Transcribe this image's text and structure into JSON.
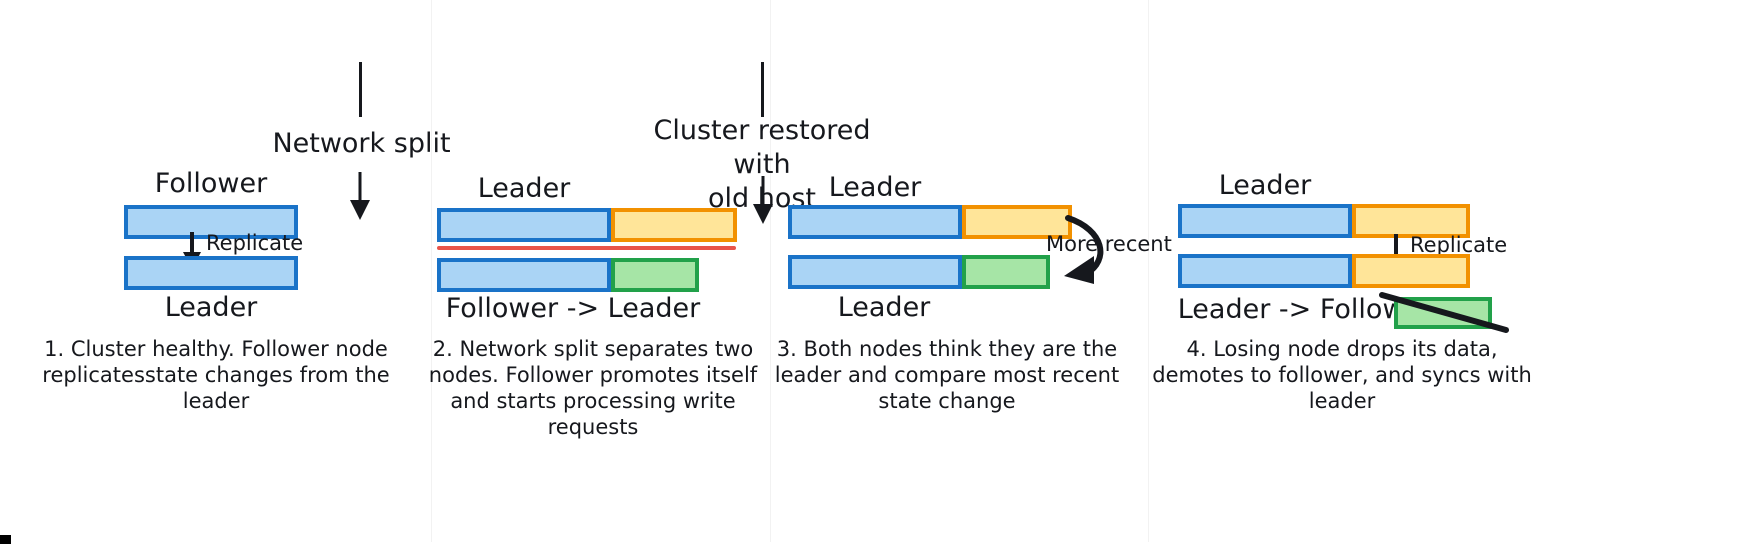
{
  "diagram": {
    "title_hidden": "",
    "colors": {
      "blue_fill": "#aad4f5",
      "blue_border": "#1a73c8",
      "orange_fill": "#ffe599",
      "orange_border": "#f29100",
      "green_fill": "#a6e5a6",
      "green_border": "#22a14a",
      "red_split": "#e8544a",
      "arrow": "#16181d",
      "background": "#ffffff"
    }
  },
  "transitions": [
    {
      "id": "network-split",
      "label": "Network split"
    },
    {
      "id": "cluster-restored",
      "label": "Cluster restored with\nold host"
    }
  ],
  "panels": [
    {
      "id": "panel-1",
      "top_label": "Follower",
      "bottom_label": "Leader",
      "arrow_label": "Replicate",
      "caption": "1. Cluster healthy. Follower node replicatesstate changes from the leader",
      "top_bar": [
        {
          "color": "blue",
          "width": 174
        }
      ],
      "bottom_bar": [
        {
          "color": "blue",
          "width": 174
        }
      ],
      "has_red_split": false,
      "has_replicate_arrow": true,
      "has_more_recent_arrow": false,
      "has_dropped_data_box": false
    },
    {
      "id": "panel-2",
      "top_label": "Leader",
      "bottom_label": "Follower -> Leader",
      "arrow_label": "",
      "caption": "2. Network split separates two nodes. Follower promotes itself and starts processing write requests",
      "top_bar": [
        {
          "color": "blue",
          "width": 174
        },
        {
          "color": "orange",
          "width": 126
        }
      ],
      "bottom_bar": [
        {
          "color": "blue",
          "width": 174
        },
        {
          "color": "green",
          "width": 88
        }
      ],
      "has_red_split": true,
      "has_replicate_arrow": false,
      "has_more_recent_arrow": false,
      "has_dropped_data_box": false
    },
    {
      "id": "panel-3",
      "top_label": "Leader",
      "bottom_label": "Leader",
      "arrow_label": "More recent",
      "caption": "3. Both nodes think they are the leader and compare most recent state change",
      "top_bar": [
        {
          "color": "blue",
          "width": 174
        },
        {
          "color": "orange",
          "width": 110
        }
      ],
      "bottom_bar": [
        {
          "color": "blue",
          "width": 174
        },
        {
          "color": "green",
          "width": 88
        }
      ],
      "has_red_split": false,
      "has_replicate_arrow": false,
      "has_more_recent_arrow": true,
      "has_dropped_data_box": false
    },
    {
      "id": "panel-4",
      "top_label": "Leader",
      "bottom_label": "Leader -> Follower",
      "arrow_label": "Replicate",
      "caption": "4. Losing node drops its data, demotes to follower, and syncs with leader",
      "top_bar": [
        {
          "color": "blue",
          "width": 174
        },
        {
          "color": "orange",
          "width": 118
        }
      ],
      "bottom_bar": [
        {
          "color": "blue",
          "width": 174
        },
        {
          "color": "orange",
          "width": 118
        }
      ],
      "has_red_split": false,
      "has_replicate_arrow": true,
      "has_more_recent_arrow": false,
      "has_dropped_data_box": true
    }
  ]
}
